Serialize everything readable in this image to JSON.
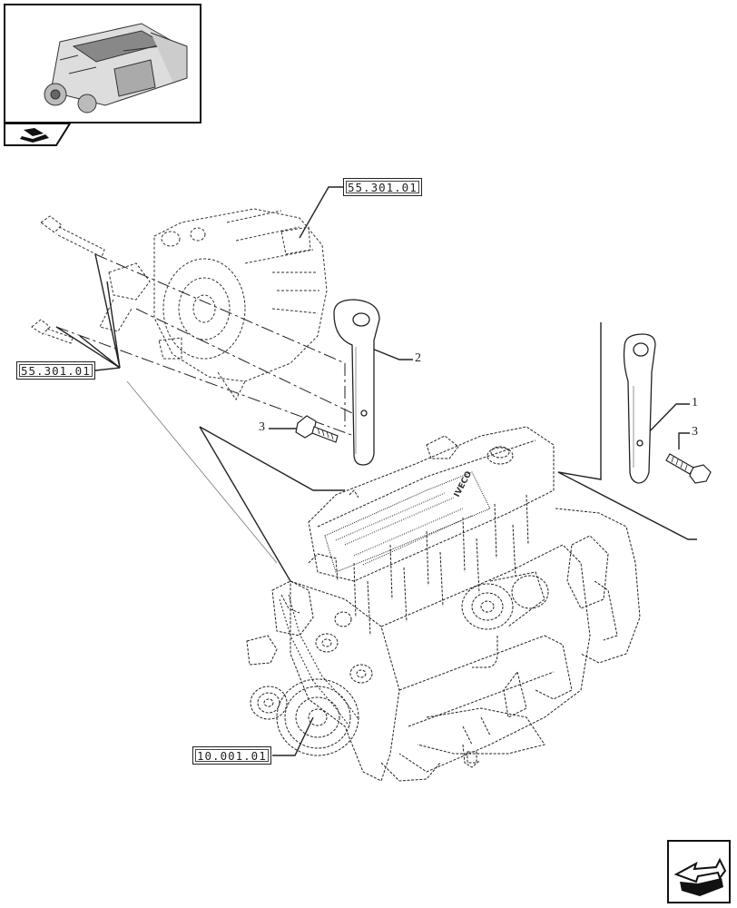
{
  "refs": {
    "alternator_top": "55.301.01",
    "alternator_left": "55.301.01",
    "engine": "10.001.01"
  },
  "callouts": {
    "c1": "1",
    "c2": "2",
    "c3_left": "3",
    "c3_right": "3"
  },
  "engine_brand": "IVECO",
  "icons": {
    "thumbnail": "engine-thumbnail-icon",
    "nav": "parts-nav-icon",
    "next": "next-page-arrow-icon"
  },
  "colors": {
    "line": "#222222",
    "background": "#ffffff"
  }
}
